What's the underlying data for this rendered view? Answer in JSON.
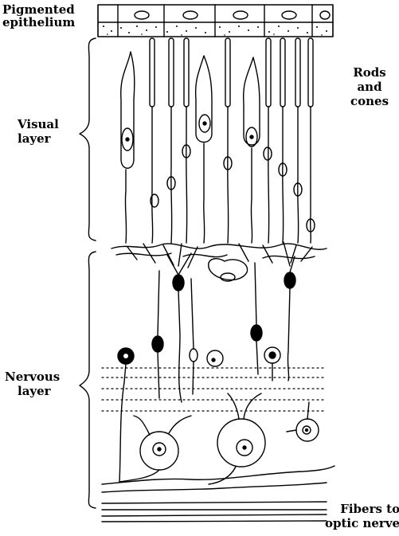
{
  "labels": {
    "pigmented_line1": "Pigmented",
    "pigmented_line2": "epithelium",
    "rods_line1": "Rods",
    "rods_line2": "and",
    "rods_line3": "cones",
    "visual_line1": "Visual",
    "visual_line2": "layer",
    "nervous_line1": "Nervous",
    "nervous_line2": "layer",
    "fibers_line1": "Fibers to",
    "fibers_line2": "optic nerve"
  },
  "colors": {
    "ink": "#000000",
    "paper": "#ffffff"
  }
}
